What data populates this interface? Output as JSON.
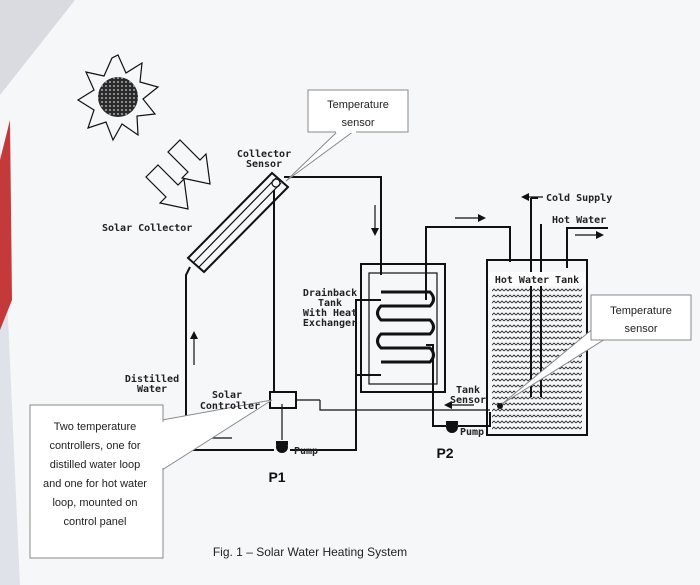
{
  "callouts": {
    "temp_sensor_top": [
      "Temperature",
      "sensor"
    ],
    "temp_sensor_right": [
      "Temperature",
      "sensor"
    ],
    "controllers_note": [
      "Two temperature",
      "controllers, one for",
      "distilled water loop",
      "and one for hot water",
      "loop, mounted on",
      "control panel"
    ]
  },
  "labels": {
    "collector_sensor": [
      "Collector",
      "Sensor"
    ],
    "solar_collector": "Solar Collector",
    "drainback_tank": [
      "Drainback",
      "Tank",
      "With Heat",
      "Exchanger"
    ],
    "cold_supply": "Cold Supply",
    "hot_water": "Hot Water",
    "hot_water_tank": "Hot Water Tank",
    "tank_sensor": [
      "Tank",
      "Sensor"
    ],
    "distilled_water": [
      "Distilled",
      "Water"
    ],
    "solar_controller": [
      "Solar",
      "Controller"
    ],
    "pump1": "Pump",
    "pump2": "Pump",
    "p1": "P1",
    "p2": "P2"
  },
  "caption": "Fig. 1 – Solar Water Heating System",
  "colors": {
    "paper": "#f7f8fa",
    "ink": "#111111",
    "callout_border": "#888888"
  }
}
